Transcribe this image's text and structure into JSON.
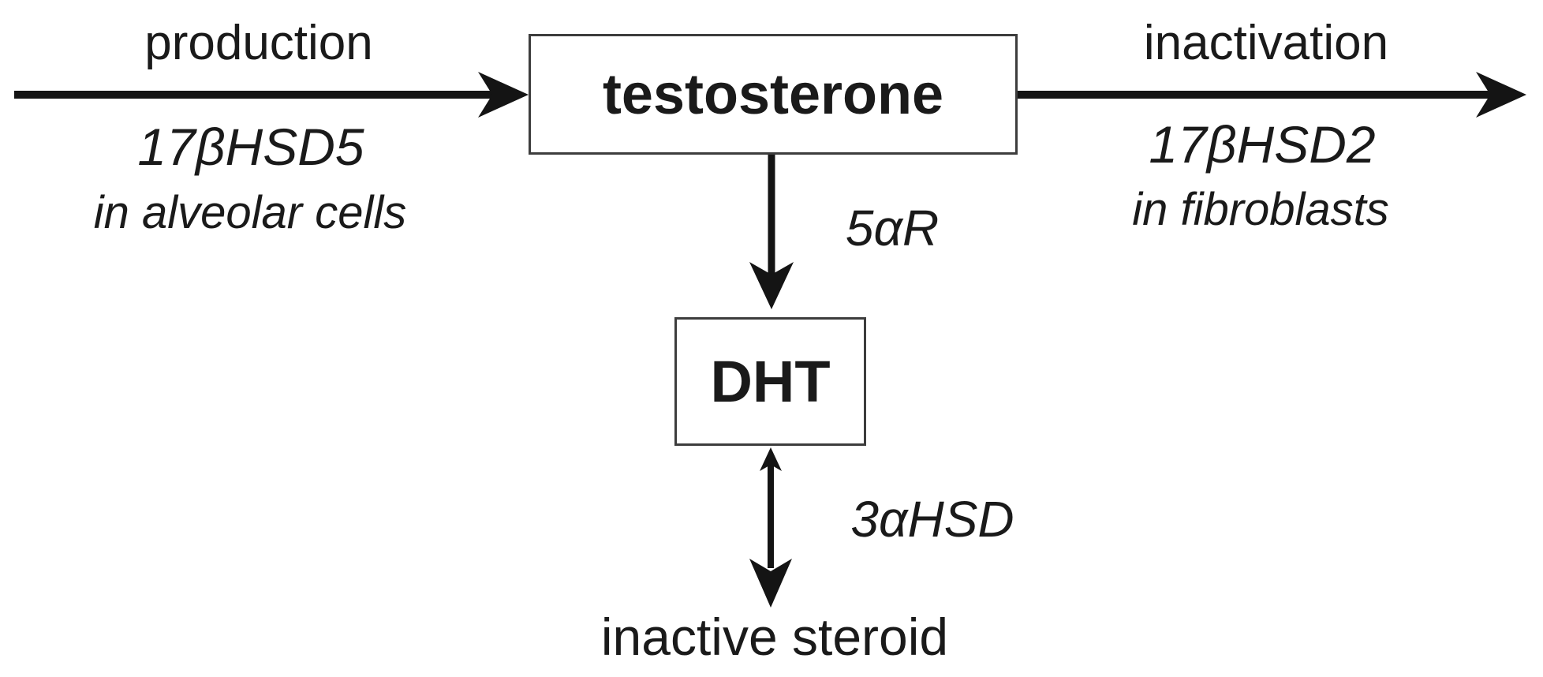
{
  "diagram": {
    "title_hint": "testosterone metabolism pathway",
    "colors": {
      "background": "#ffffff",
      "line": "#141414",
      "box_border": "#3d3d3d",
      "text": "#1a1a1a"
    },
    "nodes": {
      "testosterone": {
        "label": "testosterone"
      },
      "dht": {
        "label": "DHT"
      },
      "inactive_steroid": {
        "label": "inactive steroid"
      }
    },
    "edges": {
      "production": {
        "label": "production",
        "enzyme": "17βHSD5",
        "location": "in alveolar cells",
        "direction": "into testosterone"
      },
      "inactivation": {
        "label": "inactivation",
        "enzyme": "17βHSD2",
        "location": "in fibroblasts",
        "direction": "out of testosterone"
      },
      "testosterone_to_dht": {
        "enzyme": "5αR",
        "direction": "down, one-way"
      },
      "dht_to_inactive_steroid": {
        "enzyme": "3αHSD",
        "direction": "down, two-way"
      }
    }
  }
}
